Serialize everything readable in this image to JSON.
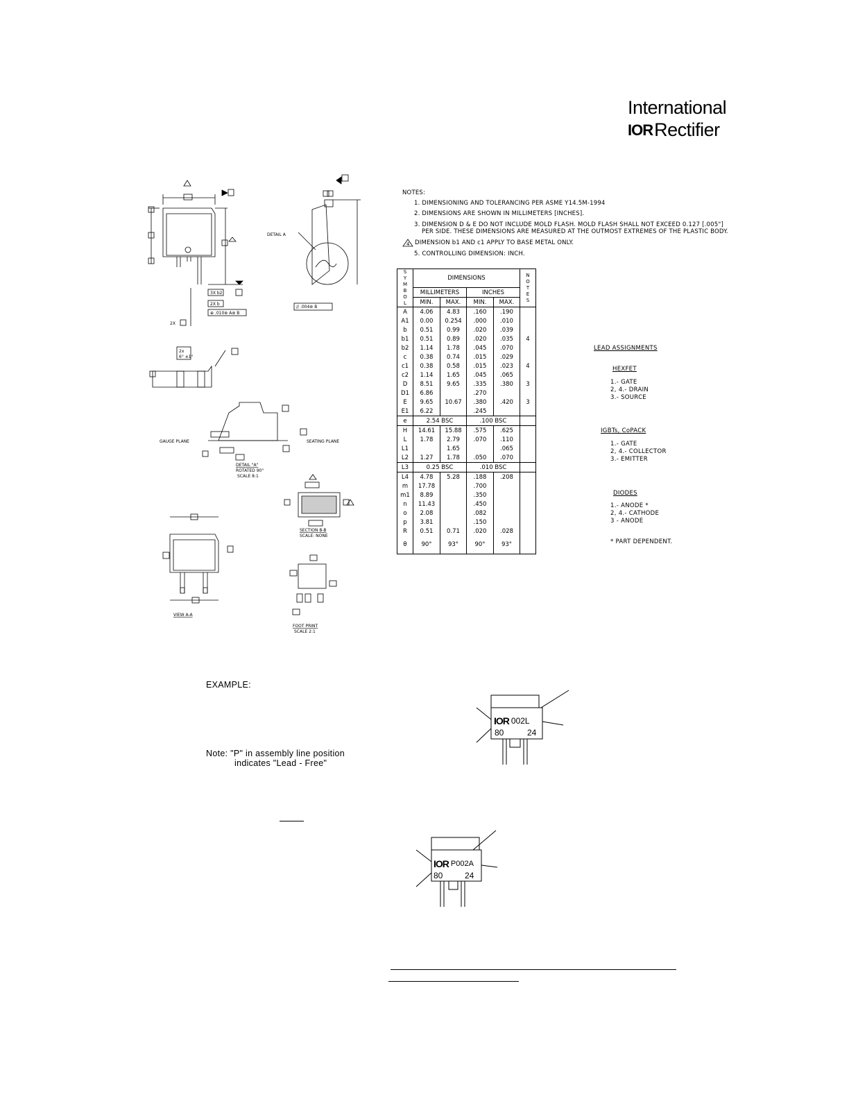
{
  "logo": {
    "line1": "International",
    "ior": "IOR",
    "line2": "Rectifier"
  },
  "notes": {
    "title": "NOTES:",
    "items": [
      "1. DIMENSIONING AND TOLERANCING PER ASME Y14.5M-1994",
      "2. DIMENSIONS ARE SHOWN IN MILLIMETERS [INCHES].",
      "3. DIMENSION D & E DO NOT INCLUDE MOLD FLASH. MOLD FLASH SHALL NOT EXCEED 0.127 [.005\"]",
      "PER SIDE. THESE DIMENSIONS ARE MEASURED AT THE OUTMOST EXTREMES OF THE PLASTIC BODY.",
      "DIMENSION b1 AND c1 APPLY TO BASE METAL ONLY.",
      "5. CONTROLLING DIMENSION: INCH."
    ],
    "flag4": "4"
  },
  "table": {
    "symbol_header": "SYMBOL",
    "dimensions_header": "DIMENSIONS",
    "mm_header": "MILLIMETERS",
    "in_header": "INCHES",
    "min": "MIN.",
    "max": "MAX.",
    "notes_header": "NOTES",
    "rows": [
      [
        "A",
        "4.06",
        "4.83",
        ".160",
        ".190",
        ""
      ],
      [
        "A1",
        "0.00",
        "0.254",
        ".000",
        ".010",
        ""
      ],
      [
        "b",
        "0.51",
        "0.99",
        ".020",
        ".039",
        ""
      ],
      [
        "b1",
        "0.51",
        "0.89",
        ".020",
        ".035",
        "4"
      ],
      [
        "b2",
        "1.14",
        "1.78",
        ".045",
        ".070",
        ""
      ],
      [
        "c",
        "0.38",
        "0.74",
        ".015",
        ".029",
        ""
      ],
      [
        "c1",
        "0.38",
        "0.58",
        ".015",
        ".023",
        "4"
      ],
      [
        "c2",
        "1.14",
        "1.65",
        ".045",
        ".065",
        ""
      ],
      [
        "D",
        "8.51",
        "9.65",
        ".335",
        ".380",
        "3"
      ],
      [
        "D1",
        "6.86",
        "",
        ".270",
        "",
        ""
      ],
      [
        "E",
        "9.65",
        "10.67",
        ".380",
        ".420",
        "3"
      ],
      [
        "E1",
        "6.22",
        "",
        ".245",
        "",
        ""
      ],
      [
        "e",
        "2.54 BSC",
        "",
        ".100 BSC",
        "",
        ""
      ],
      [
        "H",
        "14.61",
        "15.88",
        ".575",
        ".625",
        ""
      ],
      [
        "L",
        "1.78",
        "2.79",
        ".070",
        ".110",
        ""
      ],
      [
        "L1",
        "",
        "1.65",
        "",
        ".065",
        ""
      ],
      [
        "L2",
        "1.27",
        "1.78",
        ".050",
        ".070",
        ""
      ],
      [
        "L3",
        "0.25 BSC",
        "",
        ".010 BSC",
        "",
        ""
      ],
      [
        "L4",
        "4.78",
        "5.28",
        ".188",
        ".208",
        ""
      ],
      [
        "m",
        "17.78",
        "",
        ".700",
        "",
        ""
      ],
      [
        "m1",
        "8.89",
        "",
        ".350",
        "",
        ""
      ],
      [
        "n",
        "11.43",
        "",
        ".450",
        "",
        ""
      ],
      [
        "o",
        "2.08",
        "",
        ".082",
        "",
        ""
      ],
      [
        "p",
        "3.81",
        "",
        ".150",
        "",
        ""
      ],
      [
        "R",
        "0.51",
        "0.71",
        ".020",
        ".028",
        ""
      ],
      [
        "θ",
        "90°",
        "93°",
        "90°",
        "93°",
        ""
      ]
    ]
  },
  "lead_assignments": {
    "title": "LEAD ASSIGNMENTS",
    "hexfet": {
      "title": "HEXFET",
      "lines": [
        "1.- GATE",
        "2, 4.- DRAIN",
        "3.- SOURCE"
      ]
    },
    "igbt": {
      "title": "IGBTs, CoPACK",
      "lines": [
        "1.- GATE",
        "2, 4.- COLLECTOR",
        "3.- EMITTER"
      ]
    },
    "diodes": {
      "title": "DIODES",
      "lines": [
        "1.- ANODE *",
        "2, 4.- CATHODE",
        "3 - ANODE"
      ]
    },
    "footnote": "* PART DEPENDENT."
  },
  "drawing_labels": {
    "detail_a": "DETAIL A",
    "gauge_plane": "GAUGE PLANE",
    "seating_plane": "SEATING PLANE",
    "detail_a_rot": "DETAIL \"A\"",
    "rotated": "ROTATED 90°",
    "scale_81": "SCALE 8:1",
    "section_bb": "SECTION B-B",
    "scale_none": "SCALE: NONE",
    "view_aa": "VIEW A-A",
    "foot_print": "FOOT PRINT",
    "scale_21": "SCALE 2:1",
    "two_x": "2X",
    "three_x_b2": "3X b2",
    "two_x_b": "2X b",
    "tol1": "⊕ .010⊛ A⊛ B",
    "tol2": "// .004⊛ B",
    "angle": "2x",
    "angle2": "6° ±1°"
  },
  "example": {
    "label": "EXAMPLE:",
    "note_line1": "Note: \"P\" in assembly line position",
    "note_line2": "indicates \"Lead - Free\""
  },
  "package1": {
    "code": "002L",
    "left": "80",
    "right": "24"
  },
  "package2": {
    "code": "P002A",
    "left": "80",
    "right": "24"
  }
}
